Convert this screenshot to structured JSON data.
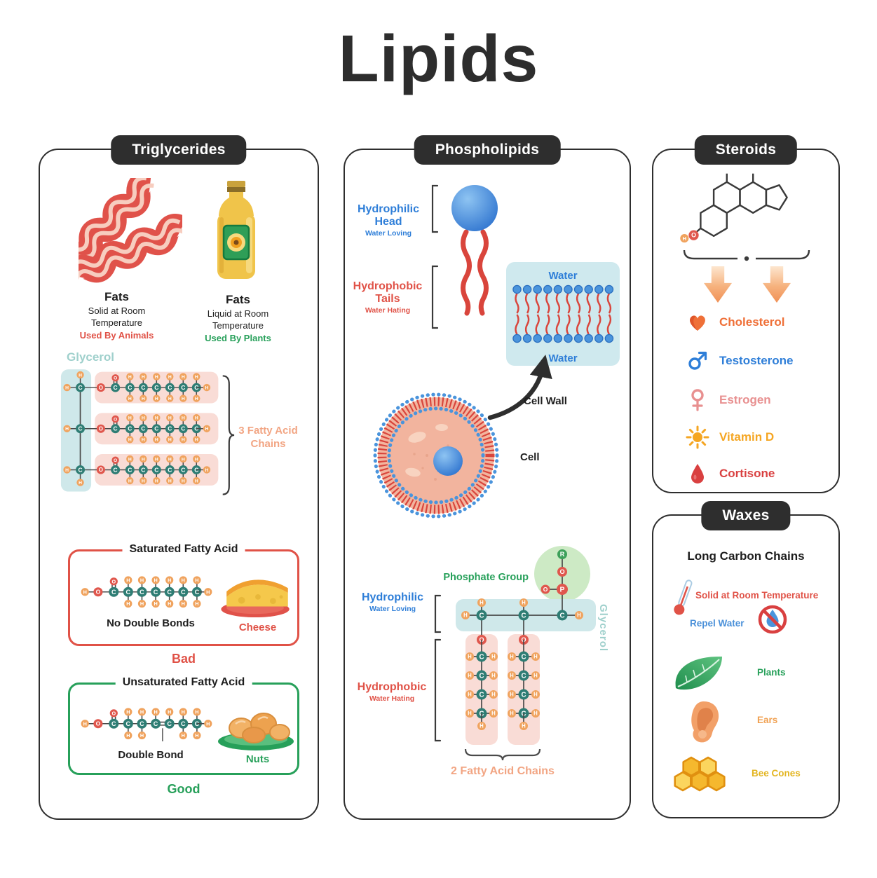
{
  "title": "Lipids",
  "atoms": {
    "hydrogen": "H",
    "carbon": "C",
    "oxygen": "O",
    "phosphorus": "P",
    "r_group": "R"
  },
  "triglycerides": {
    "header": "Triglycerides",
    "animal_fats": {
      "title": "Fats",
      "line1": "Solid at Room",
      "line2": "Temperature",
      "line3": "Used By Animals"
    },
    "plant_fats": {
      "title": "Fats",
      "line1": "Liquid at Room",
      "line2": "Temperature",
      "line3": "Used By Plants"
    },
    "glycerol_label": "Glycerol",
    "chains_label": "3 Fatty Acid Chains",
    "saturated": {
      "title": "Saturated Fatty Acid",
      "feature": "No Double Bonds",
      "food": "Cheese",
      "verdict": "Bad"
    },
    "unsaturated": {
      "title": "Unsaturated Fatty Acid",
      "feature": "Double Bond",
      "food": "Nuts",
      "verdict": "Good"
    }
  },
  "phospholipids": {
    "header": "Phospholipids",
    "head_title": "Hydrophilic Head",
    "head_sub": "Water Loving",
    "tails_title": "Hydrophobic Tails",
    "tails_sub": "Water Hating",
    "water_top": "Water",
    "water_bottom": "Water",
    "cell_wall_label": "Cell Wall",
    "cell_label": "Cell",
    "phosphate_label": "Phosphate Group",
    "glycerol_label": "Glycerol",
    "hydrophilic_title": "Hydrophilic",
    "hydrophilic_sub": "Water Loving",
    "hydrophobic_title": "Hydrophobic",
    "hydrophobic_sub": "Water Hating",
    "chains_label": "2 Fatty Acid Chains"
  },
  "steroids": {
    "header": "Steroids",
    "hydroxyl": {
      "h": "H",
      "o": "O"
    },
    "items": [
      {
        "name": "Cholesterol",
        "icon": "heart-icon",
        "color": "#ef7038"
      },
      {
        "name": "Testosterone",
        "icon": "male-icon",
        "color": "#2e7ed8"
      },
      {
        "name": "Estrogen",
        "icon": "female-icon",
        "color": "#e89090"
      },
      {
        "name": "Vitamin D",
        "icon": "sun-icon",
        "color": "#f5a623"
      },
      {
        "name": "Cortisone",
        "icon": "droplet-icon",
        "color": "#d94040"
      }
    ]
  },
  "waxes": {
    "header": "Waxes",
    "subtitle": "Long Carbon Chains",
    "items": [
      {
        "name": "Solid at Room Temperature",
        "icon": "thermometer-icon",
        "color": "#e05247"
      },
      {
        "name": "Repel Water",
        "icon": "no-water-icon",
        "color": "#4a90d9"
      },
      {
        "name": "Plants",
        "icon": "leaf-icon",
        "color": "#27a05a"
      },
      {
        "name": "Ears",
        "icon": "ear-icon",
        "color": "#f0a050"
      },
      {
        "name": "Bee Cones",
        "icon": "honeycomb-icon",
        "color": "#e3b520"
      }
    ]
  }
}
